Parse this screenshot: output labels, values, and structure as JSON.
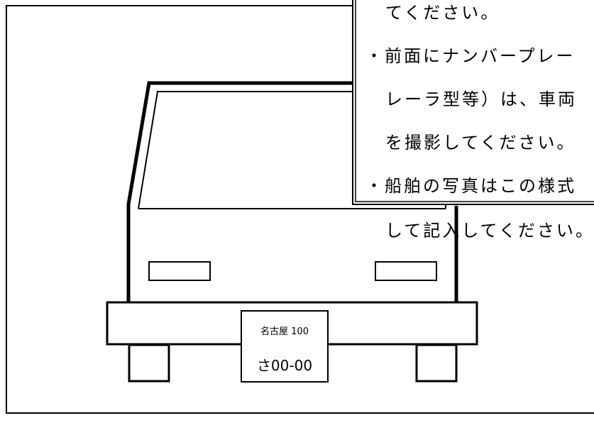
{
  "note": {
    "lines": [
      "てください。",
      "・前面にナンバープレー",
      "レーラ型等）は、車両",
      "を撮影してください。",
      "・船舶の写真はこの様式",
      "して記入してください。"
    ]
  },
  "plate": {
    "line1": "名古屋 100",
    "line2": "さ00-00"
  }
}
